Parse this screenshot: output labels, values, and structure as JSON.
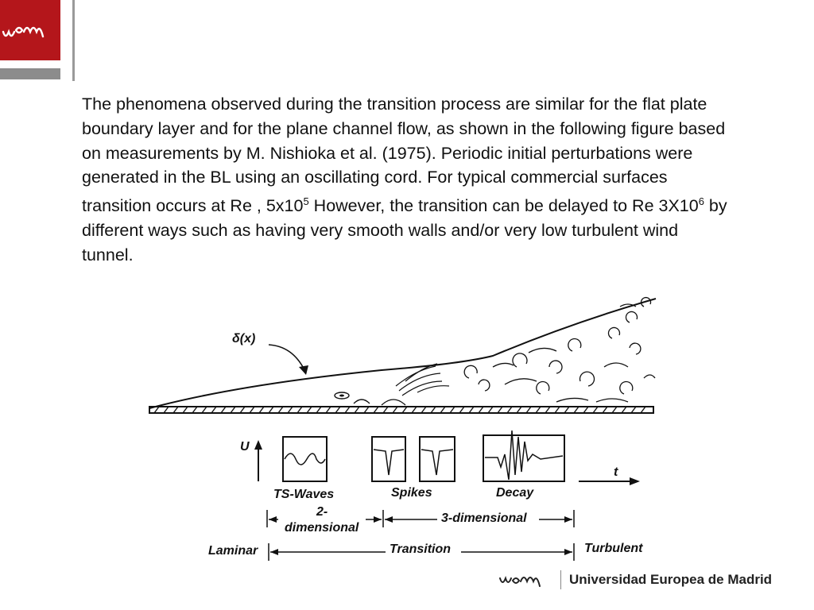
{
  "slide": {
    "paragraph": {
      "text_a": "The phenomena observed during the transition process are similar for the flat plate boundary layer and for the plane channel flow, as shown in the following figure based on measurements by M. Nishioka et al. (1975). Periodic initial perturbations were generated in the BL using an oscillating cord. For typical commercial surfaces transition occurs at Re , 5x10",
      "sup_a": "5",
      "text_b": " However, the transition can be delayed to Re 3X10",
      "sup_b": "6",
      "text_c": " by different ways such as having very smooth walls and/or very low turbulent wind tunnel."
    }
  },
  "figure": {
    "delta_label": "δ(x)",
    "u_label": "U",
    "t_label": "t",
    "ts_waves": "TS-Waves",
    "spikes": "Spikes",
    "decay": "Decay",
    "two_dim": "2-",
    "dimensional": "dimensional",
    "three_dim": "3-dimensional",
    "laminar": "Laminar",
    "transition": "Transition",
    "turbulent": "Turbulent"
  },
  "footer": {
    "university": "Universidad Europea de Madrid"
  },
  "colors": {
    "brand_red": "#b4161b",
    "bar_gray": "#8c8c8c"
  }
}
